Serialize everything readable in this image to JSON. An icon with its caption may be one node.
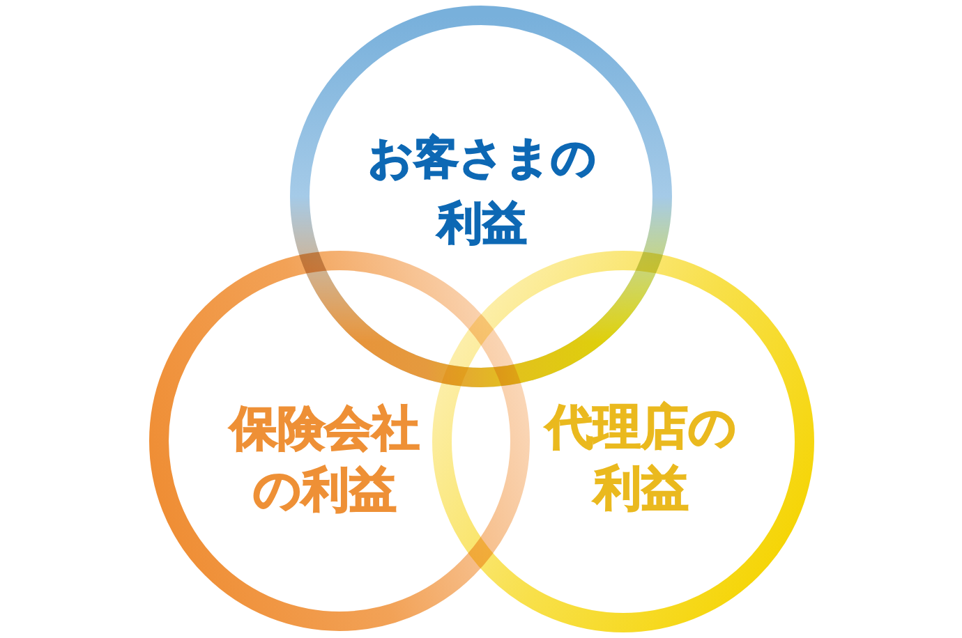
{
  "diagram": {
    "nodes": [
      {
        "text": [
          "お客さまの利益"
        ]
      },
      {
        "text": [
          "保険会社の利益"
        ]
      },
      {
        "text": [
          "代理店の利益"
        ]
      }
    ]
  }
}
